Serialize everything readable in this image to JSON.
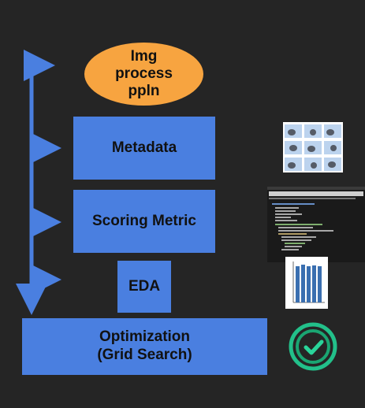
{
  "nodes": {
    "pipeline": {
      "line1": "Img",
      "line2": "process",
      "line3": "ppln"
    },
    "metadata": "Metadata",
    "scoring": "Scoring Metric",
    "eda": "EDA",
    "optimization": {
      "line1": "Optimization",
      "line2": "(Grid Search)"
    }
  },
  "colors": {
    "background": "#252525",
    "box": "#4a7fe0",
    "ellipse": "#f7a440",
    "arrow": "#4a7fe0",
    "check_ring": "#22c08a"
  },
  "thumbnails": [
    {
      "icon": "image-grid-thumbnail"
    },
    {
      "icon": "code-notebook-thumbnail"
    },
    {
      "icon": "bar-chart-thumbnail"
    },
    {
      "icon": "check-circle-icon"
    }
  ]
}
